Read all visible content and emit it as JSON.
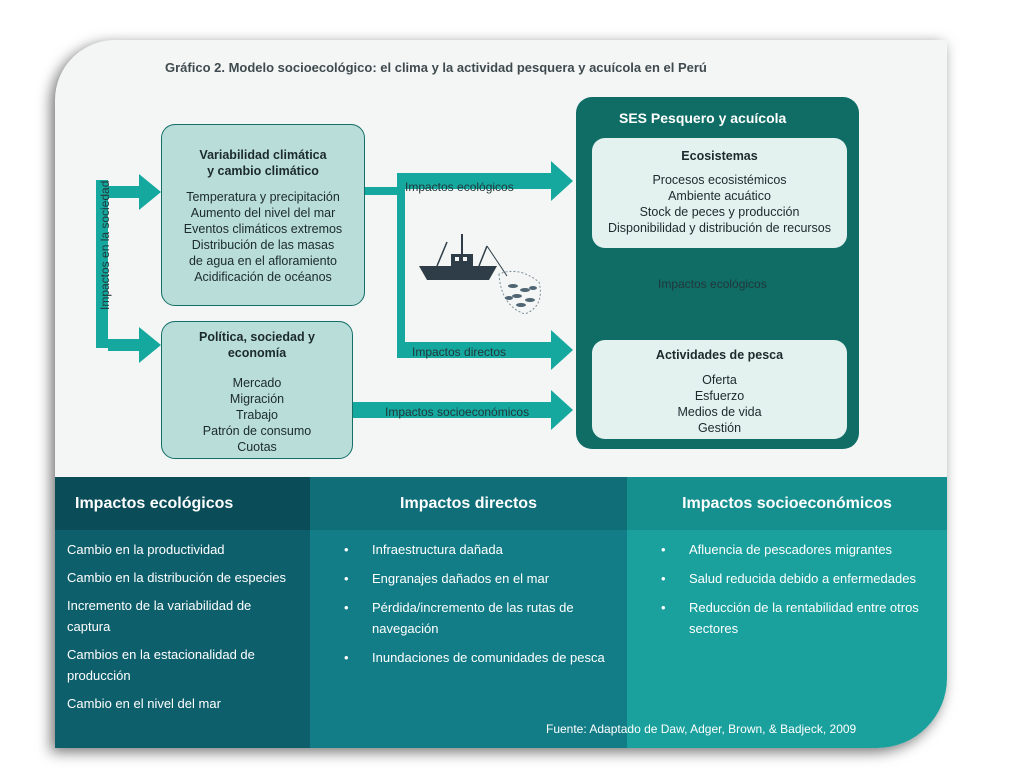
{
  "title": "Gráfico 2. Modelo socioecológico: el clima y la actividad pesquera y acuícola en el Perú",
  "colors": {
    "box_fill": "#b9ddd8",
    "box_border": "#136f67",
    "arrow": "#14a89e",
    "ses_panel": "#0f6d66",
    "inner_box": "#e3f2ef",
    "col_ecologicos": "#0e5f6c",
    "col_directos": "#137d87",
    "col_socioeconomicos": "#1aa19e"
  },
  "left_label": "Impactos en la sociedad",
  "clima": {
    "title_line1": "Variabilidad climática",
    "title_line2": "y cambio climático",
    "items": [
      "Temperatura y precipitación",
      "Aumento del nivel del mar",
      "Eventos climáticos extremos",
      "Distribución de las masas",
      "de agua en el afloramiento",
      "Acidificación de océanos"
    ]
  },
  "politica": {
    "title_line1": "Política, sociedad y",
    "title_line2": "economía",
    "items": [
      "Mercado",
      "Migración",
      "Trabajo",
      "Patrón de consumo",
      "Cuotas"
    ]
  },
  "arrow_labels": {
    "ecologicos": "Impactos ecológicos",
    "directos": "Impactos directos",
    "socioeconomicos": "Impactos socioeconómicos",
    "inner": "Impactos ecológicos"
  },
  "illustration": "fishing-boat-with-net-icon",
  "ses": {
    "title": "SES Pesquero y acuícola",
    "ecosistemas": {
      "title": "Ecosistemas",
      "items": [
        "Procesos ecosistémicos",
        "Ambiente acuático",
        "Stock de peces y producción",
        "Disponibilidad y distribución de recursos"
      ]
    },
    "actividades": {
      "title": "Actividades de pesca",
      "items": [
        "Oferta",
        "Esfuerzo",
        "Medios de vida",
        "Gestión"
      ]
    }
  },
  "table": {
    "ecologicos": {
      "header": "Impactos ecológicos",
      "items": [
        "Cambio en la productividad",
        "Cambio en la distribución de especies",
        "Incremento de la variabilidad de captura",
        "Cambios en la estacionalidad de producción",
        "Cambio en el nivel del mar"
      ]
    },
    "directos": {
      "header": "Impactos directos",
      "items": [
        "Infraestructura dañada",
        "Engranajes dañados en el mar",
        "Pérdida/incremento de las rutas de navegación",
        "Inundaciones de comunidades de pesca"
      ]
    },
    "socioeconomicos": {
      "header": "Impactos socioeconómicos",
      "items": [
        "Afluencia de pescadores migrantes",
        "Salud reducida debido a enfermedades",
        "Reducción de la rentabilidad entre otros sectores"
      ]
    }
  },
  "source": "Fuente: Adaptado de Daw, Adger, Brown, & Badjeck, 2009"
}
